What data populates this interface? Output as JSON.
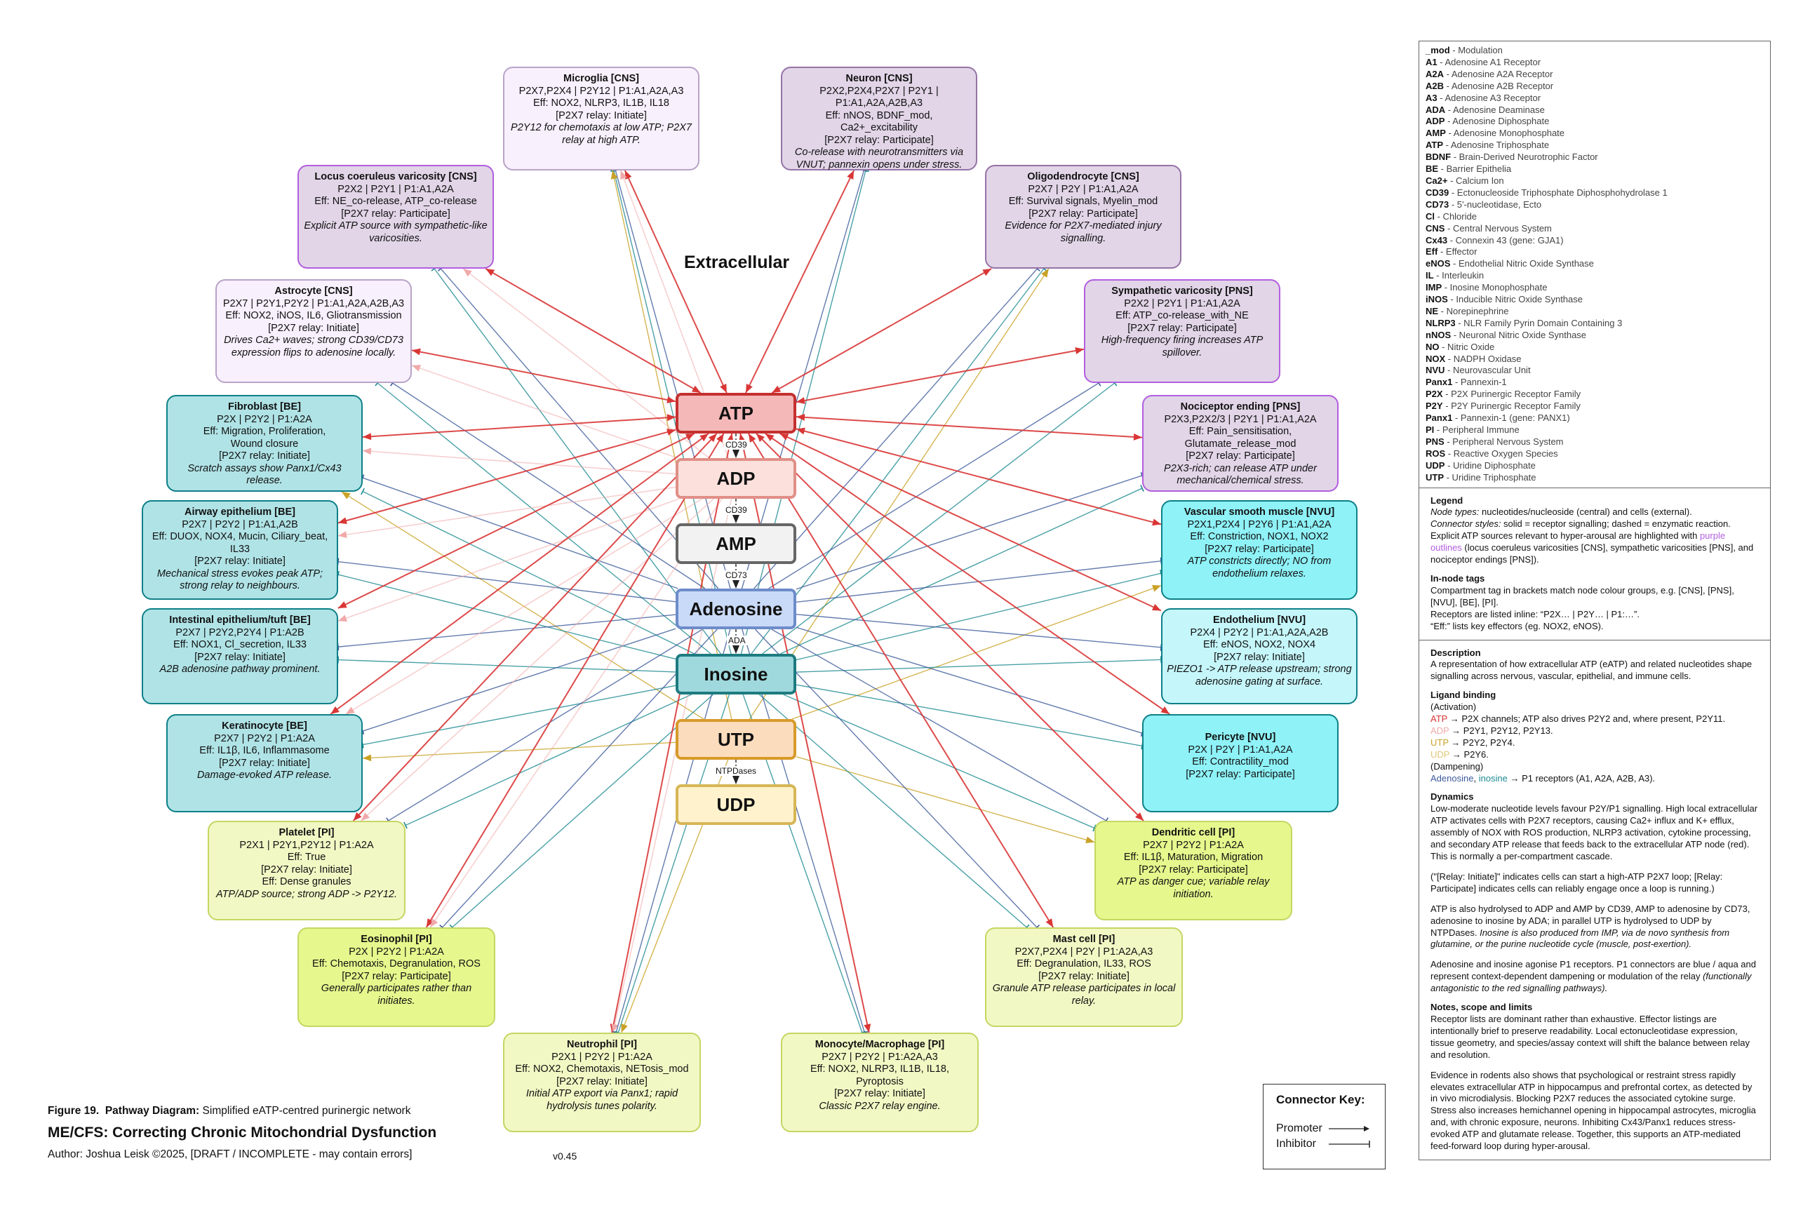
{
  "extracellular_label": "Extracellular",
  "nucleotides": [
    {
      "id": "atp",
      "label": "ATP",
      "fill": "#f4b8b8",
      "border": "#c43030"
    },
    {
      "id": "adp",
      "label": "ADP",
      "fill": "#fbe0dc",
      "border": "#e08f88"
    },
    {
      "id": "amp",
      "label": "AMP",
      "fill": "#f2f2f2",
      "border": "#666666"
    },
    {
      "id": "adenosine",
      "label": "Adenosine",
      "fill": "#c9daf8",
      "border": "#6d8cc9"
    },
    {
      "id": "inosine",
      "label": "Inosine",
      "fill": "#9fd9dd",
      "border": "#1d7b80"
    },
    {
      "id": "utp",
      "label": "UTP",
      "fill": "#fbdcbc",
      "border": "#d79a2a"
    },
    {
      "id": "udp",
      "label": "UDP",
      "fill": "#fff2cc",
      "border": "#d6b656"
    }
  ],
  "enzymes": [
    "CD39",
    "CD39",
    "CD73",
    "ADA",
    "NTPDases"
  ],
  "cells": [
    {
      "id": "microglia",
      "title": "Microglia [CNS]",
      "lines": [
        "P2X7,P2X4 | P2Y12 | P1:A1,A2A,A3",
        "Eff: NOX2, NLRP3, IL1B, IL18",
        "[P2X7 relay: Initiate]"
      ],
      "note": "P2Y12 for chemotaxis at low ATP; P2X7 relay at high ATP.",
      "fill": "#f8f0fd",
      "border": "#b9a3c8"
    },
    {
      "id": "neuron",
      "title": "Neuron [CNS]",
      "lines": [
        "P2X2,P2X4,P2X7 | P2Y1 |",
        "P1:A1,A2A,A2B,A3",
        "Eff: nNOS, BDNF_mod,",
        "Ca2+_excitability",
        "[P2X7 relay: Participate]"
      ],
      "note": "Co-release with neurotransmitters via VNUT; pannexin opens under stress.",
      "fill": "#e1d5e7",
      "border": "#9673a6"
    },
    {
      "id": "locus",
      "title": "Locus coeruleus varicosity [CNS]",
      "lines": [
        "P2X2 | P2Y1 | P1:A1,A2A",
        "Eff: NE_co-release, ATP_co-release",
        "[P2X7 relay: Participate]"
      ],
      "note": "Explicit ATP source with sympathetic-like varicosities.",
      "fill": "#e1d5e7",
      "border": "#b35ee0"
    },
    {
      "id": "oligo",
      "title": "Oligodendrocyte [CNS]",
      "lines": [
        "P2X7 | P2Y | P1:A1,A2A",
        "Eff: Survival signals, Myelin_mod",
        "[P2X7 relay: Participate]"
      ],
      "note": "Evidence for P2X7-mediated injury signalling.",
      "fill": "#e1d5e7",
      "border": "#9673a6"
    },
    {
      "id": "astro",
      "title": "Astrocyte [CNS]",
      "lines": [
        "P2X7 | P2Y1,P2Y2 | P1:A1,A2A,A2B,A3",
        "Eff: NOX2, iNOS, IL6, Gliotransmission",
        "[P2X7 relay: Initiate]"
      ],
      "note": "Drives Ca2+ waves; strong CD39/CD73 expression flips to adenosine locally.",
      "fill": "#f8f0fd",
      "border": "#b9a3c8"
    },
    {
      "id": "sympath",
      "title": "Sympathetic varicosity [PNS]",
      "lines": [
        "P2X2 | P2Y1 | P1:A1,A2A",
        "Eff: ATP_co-release_with_NE",
        "[P2X7 relay: Participate]"
      ],
      "note": "High-frequency firing increases ATP spillover.",
      "fill": "#e1d5e7",
      "border": "#b35ee0"
    },
    {
      "id": "fibro",
      "title": "Fibroblast [BE]",
      "lines": [
        "P2X | P2Y2 | P1:A2A",
        "Eff: Migration, Proliferation,",
        "Wound closure",
        "[P2X7 relay: Initiate]"
      ],
      "note": "Scratch assays show Panx1/Cx43 release.",
      "fill": "#b0e3e6",
      "border": "#0e8088"
    },
    {
      "id": "nocic",
      "title": "Nociceptor ending [PNS]",
      "lines": [
        "P2X3,P2X2/3 | P2Y1 | P1:A1,A2A",
        "Eff: Pain_sensitisation,",
        "Glutamate_release_mod",
        "[P2X7 relay: Participate]"
      ],
      "note": "P2X3-rich; can release ATP under mechanical/chemical stress.",
      "fill": "#e1d5e7",
      "border": "#b35ee0"
    },
    {
      "id": "airway",
      "title": "Airway epithelium [BE]",
      "lines": [
        "P2X7 | P2Y2 | P1:A1,A2B",
        "Eff: DUOX, NOX4, Mucin, Ciliary_beat,",
        "IL33",
        "[P2X7 relay: Initiate]"
      ],
      "note": "Mechanical stress evokes peak ATP; strong relay to neighbours.",
      "fill": "#b0e3e6",
      "border": "#0e8088"
    },
    {
      "id": "vsm",
      "title": "Vascular smooth muscle [NVU]",
      "lines": [
        "P2X1,P2X4 | P2Y6 | P1:A1,A2A",
        "Eff: Constriction, NOX1, NOX2",
        "[P2X7 relay: Participate]"
      ],
      "note": "ATP constricts directly; NO from endothelium relaxes.",
      "fill": "#8ef2f7",
      "border": "#0e8088"
    },
    {
      "id": "intest",
      "title": "Intestinal epithelium/tuft [BE]",
      "lines": [
        "P2X7 | P2Y2,P2Y4 | P1:A2B",
        "Eff: NOX1, Cl_secretion, IL33",
        "[P2X7 relay: Initiate]"
      ],
      "note": "A2B adenosine pathway prominent.",
      "fill": "#b0e3e6",
      "border": "#0e8088"
    },
    {
      "id": "endo",
      "title": "Endothelium [NVU]",
      "lines": [
        "P2X4 | P2Y2 | P1:A1,A2A,A2B",
        "Eff: eNOS, NOX2, NOX4",
        "[P2X7 relay: Initiate]"
      ],
      "note": "PIEZO1 -> ATP release upstream; strong adenosine gating at surface.",
      "fill": "#c5f6fa",
      "border": "#0e8088"
    },
    {
      "id": "kera",
      "title": "Keratinocyte [BE]",
      "lines": [
        "P2X7 | P2Y2 | P1:A2A",
        "Eff: IL1β, IL6, Inflammasome",
        "[P2X7 relay: Initiate]"
      ],
      "note": "Damage-evoked ATP release.",
      "fill": "#b0e3e6",
      "border": "#0e8088"
    },
    {
      "id": "pericyte",
      "title": "Pericyte [NVU]",
      "lines": [
        "P2X | P2Y | P1:A1,A2A",
        "Eff: Contractility_mod",
        "[P2X7 relay: Participate]"
      ],
      "note": "",
      "fill": "#8ef2f7",
      "border": "#0e8088"
    },
    {
      "id": "platelet",
      "title": "Platelet [PI]",
      "lines": [
        "P2X1 | P2Y1,P2Y12 | P1:A2A",
        "Eff: True",
        "[P2X7 relay: Initiate]",
        "Eff: Dense granules"
      ],
      "note": "ATP/ADP source; strong ADP -> P2Y12.",
      "fill": "#f2f8c4",
      "border": "#c5d662"
    },
    {
      "id": "dendritic",
      "title": "Dendritic cell [PI]",
      "lines": [
        "P2X7 | P2Y2 | P1:A2A",
        "Eff: IL1β, Maturation, Migration",
        "[P2X7 relay: Participate]"
      ],
      "note": "ATP as danger cue; variable relay initiation.",
      "fill": "#e6f78d",
      "border": "#c5d662"
    },
    {
      "id": "eosin",
      "title": "Eosinophil [PI]",
      "lines": [
        "P2X | P2Y2 | P1:A2A",
        "Eff: Chemotaxis, Degranulation, ROS",
        "[P2X7 relay: Participate]"
      ],
      "note": "Generally participates rather than initiates.",
      "fill": "#e6f78d",
      "border": "#c5d662"
    },
    {
      "id": "mast",
      "title": "Mast cell [PI]",
      "lines": [
        "P2X7,P2X4 | P2Y | P1:A2A,A3",
        "Eff: Degranulation, IL33, ROS",
        "[P2X7 relay: Initiate]"
      ],
      "note": "Granule ATP release participates in local relay.",
      "fill": "#f2f8c4",
      "border": "#c5d662"
    },
    {
      "id": "neutro",
      "title": "Neutrophil [PI]",
      "lines": [
        "P2X1 | P2Y2 | P1:A2A",
        "Eff: NOX2, Chemotaxis, NETosis_mod",
        "[P2X7 relay: Initiate]"
      ],
      "note": "Initial ATP export via Panx1; rapid hydrolysis tunes polarity.",
      "fill": "#f2f8c4",
      "border": "#c5d662"
    },
    {
      "id": "mono",
      "title": "Monocyte/Macrophage [PI]",
      "lines": [
        "P2X7 | P2Y2 | P1:A2A,A3",
        "Eff: NOX2, NLRP3, IL1B, IL18,",
        "Pyroptosis",
        "[P2X7 relay: Initiate]"
      ],
      "note": "Classic P2X7 relay engine.",
      "fill": "#f2f8c4",
      "border": "#c5d662"
    }
  ],
  "abbreviations": [
    [
      "_mod",
      "Modulation"
    ],
    [
      "A1",
      "Adenosine A1 Receptor"
    ],
    [
      "A2A",
      "Adenosine A2A Receptor"
    ],
    [
      "A2B",
      "Adenosine A2B Receptor"
    ],
    [
      "A3",
      "Adenosine A3 Receptor"
    ],
    [
      "ADA",
      "Adenosine Deaminase"
    ],
    [
      "ADP",
      "Adenosine Diphosphate"
    ],
    [
      "AMP",
      "Adenosine Monophosphate"
    ],
    [
      "ATP",
      "Adenosine Triphosphate"
    ],
    [
      "BDNF",
      "Brain-Derived Neurotrophic Factor"
    ],
    [
      "BE",
      "Barrier Epithelia"
    ],
    [
      "Ca2+",
      "Calcium Ion"
    ],
    [
      "CD39",
      "Ectonucleoside Triphosphate Diphosphohydrolase 1"
    ],
    [
      "CD73",
      "5'-nucleotidase, Ecto"
    ],
    [
      "Cl",
      "Chloride"
    ],
    [
      "CNS",
      "Central Nervous System"
    ],
    [
      "Cx43",
      "Connexin 43 (gene: GJA1)"
    ],
    [
      "Eff",
      "Effector"
    ],
    [
      "eNOS",
      "Endothelial Nitric Oxide Synthase"
    ],
    [
      "IL",
      "Interleukin"
    ],
    [
      "IMP",
      "Inosine Monophosphate"
    ],
    [
      "iNOS",
      "Inducible Nitric Oxide Synthase"
    ],
    [
      "NE",
      "Norepinephrine"
    ],
    [
      "NLRP3",
      "NLR Family Pyrin Domain Containing 3"
    ],
    [
      "nNOS",
      "Neuronal Nitric Oxide Synthase"
    ],
    [
      "NO",
      "Nitric Oxide"
    ],
    [
      "NOX",
      "NADPH Oxidase"
    ],
    [
      "NVU",
      "Neurovascular Unit"
    ],
    [
      "Panx1",
      "Pannexin-1"
    ],
    [
      "P2X",
      "P2X Purinergic Receptor Family"
    ],
    [
      "P2Y",
      "P2Y Purinergic Receptor Family"
    ],
    [
      "Panx1",
      "Pannexin-1 (gene: PANX1)"
    ],
    [
      "PI",
      "Peripheral Immune"
    ],
    [
      "PNS",
      "Peripheral Nervous System"
    ],
    [
      "ROS",
      "Reactive Oxygen Species"
    ],
    [
      "UDP",
      "Uridine Diphosphate"
    ],
    [
      "UTP",
      "Uridine Triphosphate"
    ]
  ],
  "legend": {
    "title": "Legend",
    "node_types_label": "Node types:",
    "node_types": " nucleotides/nucleoside (central) and cells (external).",
    "connector_label": "Connector styles:",
    "connector": " solid = receptor signalling; dashed = enzymatic reaction. Explicit ATP sources relevant to hyper-arousal are highlighted with ",
    "purple": "purple outlines",
    "connector_tail": " (locus coeruleus varicosities [CNS], sympathetic varicosities [PNS], and nociceptor endings [PNS]).",
    "tags_title": "In-node tags",
    "tags1": "Compartment tag in brackets match node colour groups, e.g. [CNS], [PNS], [NVU], [BE], [PI].",
    "tags2": "Receptors are listed inline: “P2X… | P2Y… | P1:…”.",
    "tags3": "“Eff:” lists key effectors (eg. NOX2, eNOS)."
  },
  "description": {
    "title": "Description",
    "text": "A representation of how extracellular ATP (eATP) and related nucleotides shape signalling across nervous, vascular, epithelial, and immune cells.",
    "binding_title": "Ligand binding",
    "activation": "(Activation)",
    "b_atp": "ATP",
    "b_atp_text": " → P2X channels; ATP also drives P2Y2 and, where present, P2Y11.",
    "b_adp": "ADP",
    "b_adp_text": " → P2Y1, P2Y12, P2Y13.",
    "b_utp": "UTP",
    "b_utp_text": " → P2Y2, P2Y4.",
    "b_udp": "UDP",
    "b_udp_text": " → P2Y6.",
    "dampening": "(Dampening)",
    "b_ado": "Adenosine",
    "b_comma": ", ",
    "b_ino": "inosine",
    "b_p1_text": " → P1 receptors (A1, A2A, A2B, A3).",
    "dyn_title": "Dynamics",
    "dyn1": "Low-moderate nucleotide levels favour P2Y/P1 signalling. High local extracellular ATP activates cells with P2X7 receptors, causing Ca2+ influx and K+ efflux, assembly of NOX with ROS production, NLRP3 activation, cytokine processing, and secondary ATP release that feeds back to the extracellular ATP node (red). This is normally a per-compartment cascade.",
    "dyn2": "(\"[Relay: Initiate]\" indicates cells can start a high-ATP P2X7 loop; [Relay: Participate] indicates cells can reliably engage once a loop is running.)",
    "dyn3": "ATP is also hydrolysed to ADP and AMP by CD39, AMP to adenosine by CD73, adenosine to inosine by ADA; in parallel UTP is hydrolysed to UDP by NTPDases. ",
    "dyn3i": "Inosine is also produced from IMP, via de novo synthesis from glutamine, or the purine nucleotide cycle (muscle, post-exertion).",
    "dyn4": "Adenosine and inosine agonise P1 receptors. P1 connectors are blue / aqua and represent context-dependent dampening or modulation of the relay ",
    "dyn4i": "(functionally antagonistic to the red signalling pathways).",
    "notes_title": "Notes, scope and limits",
    "notes1": "Receptor lists are dominant rather than exhaustive. Effector listings are intentionally brief to preserve readability. Local ectonucleotidase expression, tissue geometry, and species/assay context will shift the balance between relay and resolution.",
    "notes2": "Evidence in rodents also shows that psychological or restraint stress rapidly elevates extracellular ATP in hippocampus and prefrontal cortex, as detected by in vivo microdialysis. Blocking P2X7 reduces the associated cytokine surge. Stress also increases hemichannel opening in hippocampal astrocytes, microglia and, with chronic exposure, neurons. Inhibiting Cx43/Panx1 reduces stress-evoked ATP and glutamate release. Together, this supports an ATP-mediated feed-forward loop during hyper-arousal."
  },
  "caption": {
    "fig": "Figure 19.",
    "kind": "Pathway Diagram:",
    "desc": " Simplified eATP-centred purinergic network",
    "title": "ME/CFS: Correcting Chronic Mitochondrial Dysfunction",
    "author": "Author: Joshua Leisk ©2025, [DRAFT / INCOMPLETE - may contain errors]"
  },
  "version": "v0.45",
  "connector_key": {
    "title": "Connector Key:",
    "promoter": "Promoter",
    "inhibitor": "Inhibitor"
  },
  "colors": {
    "atp": "#d93636",
    "adp": "#f0a9a9",
    "utp": "#c9a227",
    "udp": "#e0c779",
    "adenosine": "#3c5a9a",
    "inosine": "#1d8a91",
    "purple": "#b35ee0"
  }
}
